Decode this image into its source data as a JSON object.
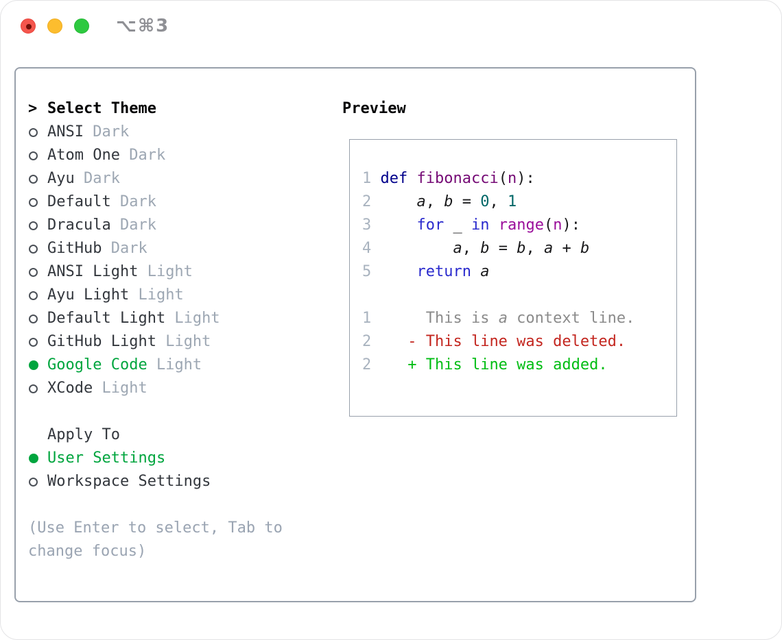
{
  "window": {
    "title": "⌥⌘3"
  },
  "sidebar": {
    "prompt": ">",
    "title": "Select Theme",
    "themes": [
      {
        "name": "ANSI",
        "variant": "Dark",
        "selected": false
      },
      {
        "name": "Atom One",
        "variant": "Dark",
        "selected": false
      },
      {
        "name": "Ayu",
        "variant": "Dark",
        "selected": false
      },
      {
        "name": "Default",
        "variant": "Dark",
        "selected": false
      },
      {
        "name": "Dracula",
        "variant": "Dark",
        "selected": false
      },
      {
        "name": "GitHub",
        "variant": "Dark",
        "selected": false
      },
      {
        "name": "ANSI Light",
        "variant": "Light",
        "selected": false
      },
      {
        "name": "Ayu Light",
        "variant": "Light",
        "selected": false
      },
      {
        "name": "Default Light",
        "variant": "Light",
        "selected": false
      },
      {
        "name": "GitHub Light",
        "variant": "Light",
        "selected": false
      },
      {
        "name": "Google Code",
        "variant": "Light",
        "selected": true
      },
      {
        "name": "XCode",
        "variant": "Light",
        "selected": false
      }
    ],
    "apply_to": {
      "title": "Apply To",
      "options": [
        {
          "label": "User Settings",
          "selected": true
        },
        {
          "label": "Workspace Settings",
          "selected": false
        }
      ]
    },
    "help": "(Use Enter to select, Tab to change focus)"
  },
  "preview": {
    "title": "Preview",
    "code_lines": [
      {
        "num": "1",
        "tokens": [
          [
            "kw",
            "def"
          ],
          [
            "pln",
            " "
          ],
          [
            "fn",
            "fibonacci"
          ],
          [
            "pun",
            "("
          ],
          [
            "prm",
            "n"
          ],
          [
            "pun",
            "):"
          ]
        ]
      },
      {
        "num": "2",
        "tokens": [
          [
            "pln",
            "    "
          ],
          [
            "var",
            "a"
          ],
          [
            "pun",
            ", "
          ],
          [
            "var",
            "b"
          ],
          [
            "pun",
            " = "
          ],
          [
            "lit",
            "0"
          ],
          [
            "pun",
            ", "
          ],
          [
            "lit",
            "1"
          ]
        ]
      },
      {
        "num": "3",
        "tokens": [
          [
            "pln",
            "    "
          ],
          [
            "kw2",
            "for"
          ],
          [
            "pln",
            " _ "
          ],
          [
            "kw2",
            "in"
          ],
          [
            "pln",
            " "
          ],
          [
            "fn2",
            "range"
          ],
          [
            "pun",
            "("
          ],
          [
            "prm2",
            "n"
          ],
          [
            "pun",
            "):"
          ]
        ]
      },
      {
        "num": "4",
        "tokens": [
          [
            "pln",
            "        "
          ],
          [
            "var",
            "a"
          ],
          [
            "pun",
            ", "
          ],
          [
            "var",
            "b"
          ],
          [
            "pun",
            " = "
          ],
          [
            "var",
            "b"
          ],
          [
            "pun",
            ", "
          ],
          [
            "var",
            "a"
          ],
          [
            "pun",
            " + "
          ],
          [
            "var",
            "b"
          ]
        ]
      },
      {
        "num": "5",
        "tokens": [
          [
            "pln",
            "    "
          ],
          [
            "kw2",
            "return"
          ],
          [
            "pln",
            " "
          ],
          [
            "var",
            "a"
          ]
        ]
      },
      {
        "num": "",
        "tokens": []
      },
      {
        "num": "1",
        "tokens": [
          [
            "ctx",
            "     This is "
          ],
          [
            "ctxi",
            "a"
          ],
          [
            "ctx",
            " context line."
          ]
        ]
      },
      {
        "num": "2",
        "tokens": [
          [
            "del",
            "   - This line was deleted."
          ]
        ]
      },
      {
        "num": "2",
        "tokens": [
          [
            "add",
            "   + This line was added."
          ]
        ]
      }
    ]
  },
  "colors": {
    "ui_green": "#00a53e",
    "keyword_def": "#00008b",
    "keyword": "#2a2acd",
    "function_def": "#750a75",
    "function_call": "#9a0d9a",
    "number_literal": "#006666",
    "diff_deleted": "#c3261f",
    "diff_added": "#00bd13",
    "diff_context": "#8b8b8b",
    "line_number": "#a9b3bf",
    "muted_text": "#9aa4b2",
    "list_text": "#33373d",
    "panel_border": "#98a0ab"
  }
}
